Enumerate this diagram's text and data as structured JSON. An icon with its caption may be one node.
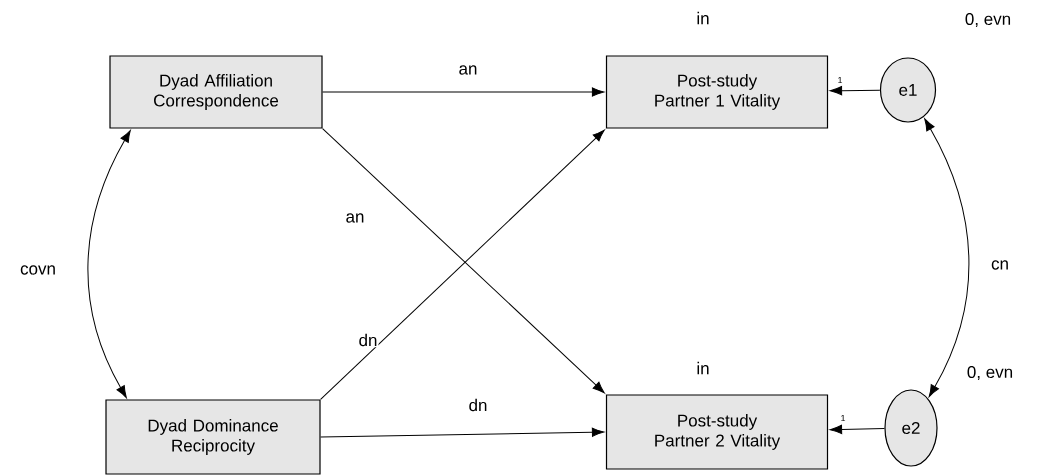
{
  "diagram": {
    "nodes": [
      {
        "text": [
          "Dyad Affiliation Correspondence"
        ]
      },
      {
        "text": [
          "Post-study Partner 1 Vitality"
        ],
        "beside": [
          "in"
        ]
      },
      {
        "text": [
          "e1"
        ],
        "beside": [
          "0, evn"
        ]
      },
      {
        "text": [
          "Dyad Dominance Reciprocity"
        ]
      },
      {
        "text": [
          "Post-study Partner 2 Vitality"
        ],
        "beside": [
          "in"
        ]
      },
      {
        "text": [
          "e2"
        ],
        "beside": [
          "0, evn"
        ]
      }
    ],
    "edges": [
      {
        "from": 0,
        "to": 1,
        "arrow": "to",
        "label": "an"
      },
      {
        "from": 0,
        "to": 4,
        "arrow": "to",
        "label": "an"
      },
      {
        "from": 3,
        "to": 1,
        "arrow": "to",
        "label": "dn"
      },
      {
        "from": 3,
        "to": 4,
        "arrow": "to",
        "label": "dn"
      },
      {
        "from": 0,
        "to": 3,
        "arrow": "both",
        "label": "covn"
      },
      {
        "from": 2,
        "to": 1,
        "arrow": "to",
        "label": "1"
      },
      {
        "from": 5,
        "to": 4,
        "arrow": "to",
        "label": "1"
      },
      {
        "from": 2,
        "to": 5,
        "arrow": "both",
        "label": "cn"
      }
    ]
  }
}
